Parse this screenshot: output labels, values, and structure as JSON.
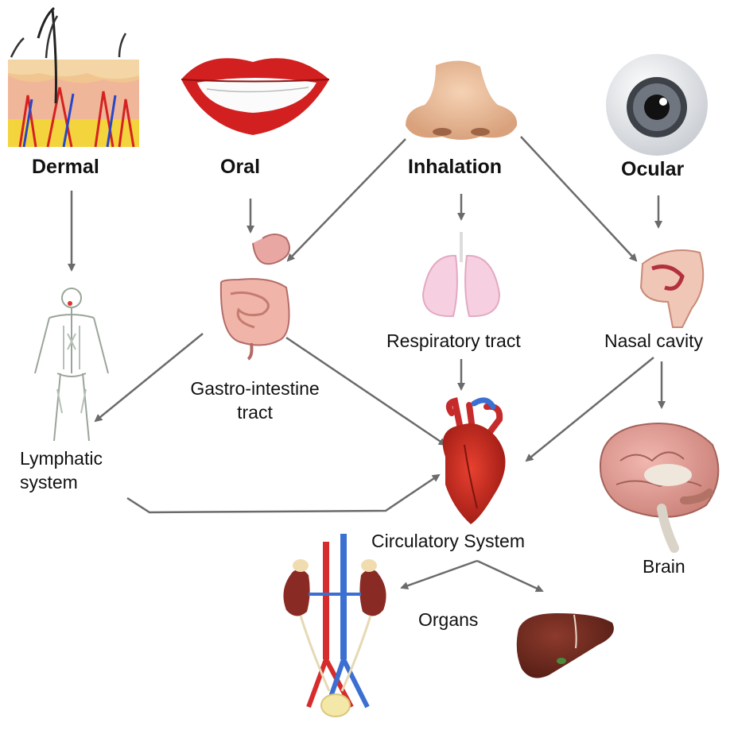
{
  "routes": {
    "dermal": "Dermal",
    "oral": "Oral",
    "inhalation": "Inhalation",
    "ocular": "Ocular"
  },
  "nodes": {
    "lymphatic_line1": "Lymphatic",
    "lymphatic_line2": "system",
    "gi_line1": "Gastro-intestine",
    "gi_line2": "tract",
    "respiratory": "Respiratory tract",
    "nasal": "Nasal cavity",
    "circulatory": "Circulatory System",
    "brain": "Brain",
    "organs": "Organs"
  },
  "icons": [
    "skin-icon",
    "lips-icon",
    "nose-icon",
    "eye-icon",
    "lymphatic-body-icon",
    "digestive-tract-icon",
    "lungs-icon",
    "nasal-cavity-icon",
    "heart-icon",
    "brain-icon",
    "kidneys-icon",
    "liver-icon"
  ],
  "colors": {
    "arrow": "#6b6b6b",
    "blood_red": "#d62c2c",
    "vein_blue": "#3b6fd1"
  }
}
